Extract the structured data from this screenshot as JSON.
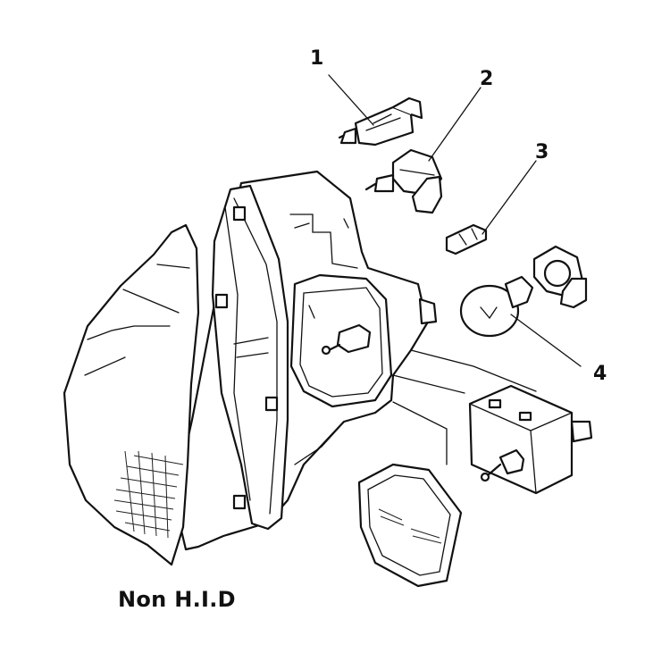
{
  "diagram": {
    "caption": "Non H.I.D",
    "callouts": [
      {
        "id": "1",
        "label": "1"
      },
      {
        "id": "2",
        "label": "2"
      },
      {
        "id": "3",
        "label": "3"
      },
      {
        "id": "4",
        "label": "4"
      }
    ]
  }
}
